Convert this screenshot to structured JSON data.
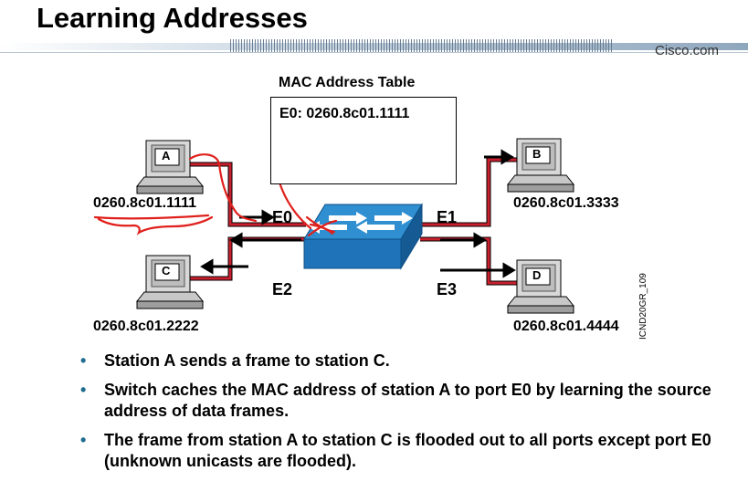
{
  "title": "Learning Addresses",
  "brand": "Cisco.com",
  "mac_table": {
    "title": "MAC Address Table",
    "entry": "E0:  0260.8c01.1111"
  },
  "stations": {
    "a": {
      "letter": "A",
      "address": "0260.8c01.1111"
    },
    "b": {
      "letter": "B",
      "address": "0260.8c01.3333"
    },
    "c": {
      "letter": "C",
      "address": "0260.8c01.2222"
    },
    "d": {
      "letter": "D",
      "address": "0260.8c01.4444"
    }
  },
  "ports": {
    "e0": "E0",
    "e1": "E1",
    "e2": "E2",
    "e3": "E3"
  },
  "figure_code": "ICND20GR_109",
  "bullets": [
    "Station A sends a frame to station C.",
    "Switch caches the MAC address of station A to port E0 by learning the source address of data frames.",
    "The frame from station A to station C is flooded out to all ports except port E0 (unknown unicasts are flooded)."
  ],
  "colors": {
    "header_stripe": "#8fa7bd",
    "cable": "#c8202e",
    "switch_top": "#2f8fd0",
    "switch_front": "#1f73b8",
    "annotation": "#e0201c",
    "bullet": "#1f6c8f"
  }
}
